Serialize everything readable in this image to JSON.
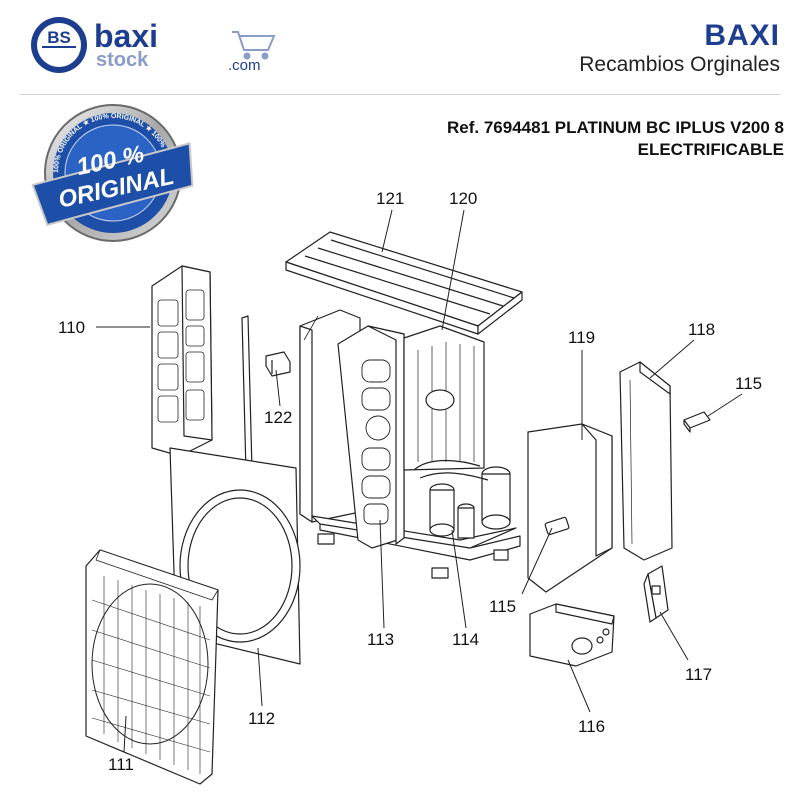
{
  "logo": {
    "letters": "BS",
    "wordmark_top": "baxi",
    "wordmark_bottom": "stock",
    "domain": ".com",
    "cart_icon": "shopping-cart-icon"
  },
  "brand": {
    "name": "BAXI",
    "subtitle": "Recambios Orginales",
    "color": "#1d3d8f"
  },
  "seal": {
    "headline_top": "100 %",
    "headline_bottom": "ORIGINAL",
    "ring_text": "100% ORIGINAL ★ 100% ORIGINAL ★ 100% ORIGINAL ★",
    "ribbon_color": "#1e4fa8"
  },
  "reference": {
    "line1": "Ref. 7694481 PLATINUM BC IPLUS V200 8",
    "line2": "ELECTRIFICABLE"
  },
  "callouts": [
    {
      "id": "c121",
      "label": "121"
    },
    {
      "id": "c120",
      "label": "120"
    },
    {
      "id": "c110",
      "label": "110"
    },
    {
      "id": "c119",
      "label": "119"
    },
    {
      "id": "c118",
      "label": "118"
    },
    {
      "id": "c115a",
      "label": "115"
    },
    {
      "id": "c122",
      "label": "122"
    },
    {
      "id": "c115b",
      "label": "115"
    },
    {
      "id": "c113",
      "label": "113"
    },
    {
      "id": "c114",
      "label": "114"
    },
    {
      "id": "c117",
      "label": "117"
    },
    {
      "id": "c112",
      "label": "112"
    },
    {
      "id": "c116",
      "label": "116"
    },
    {
      "id": "c111",
      "label": "111"
    }
  ]
}
